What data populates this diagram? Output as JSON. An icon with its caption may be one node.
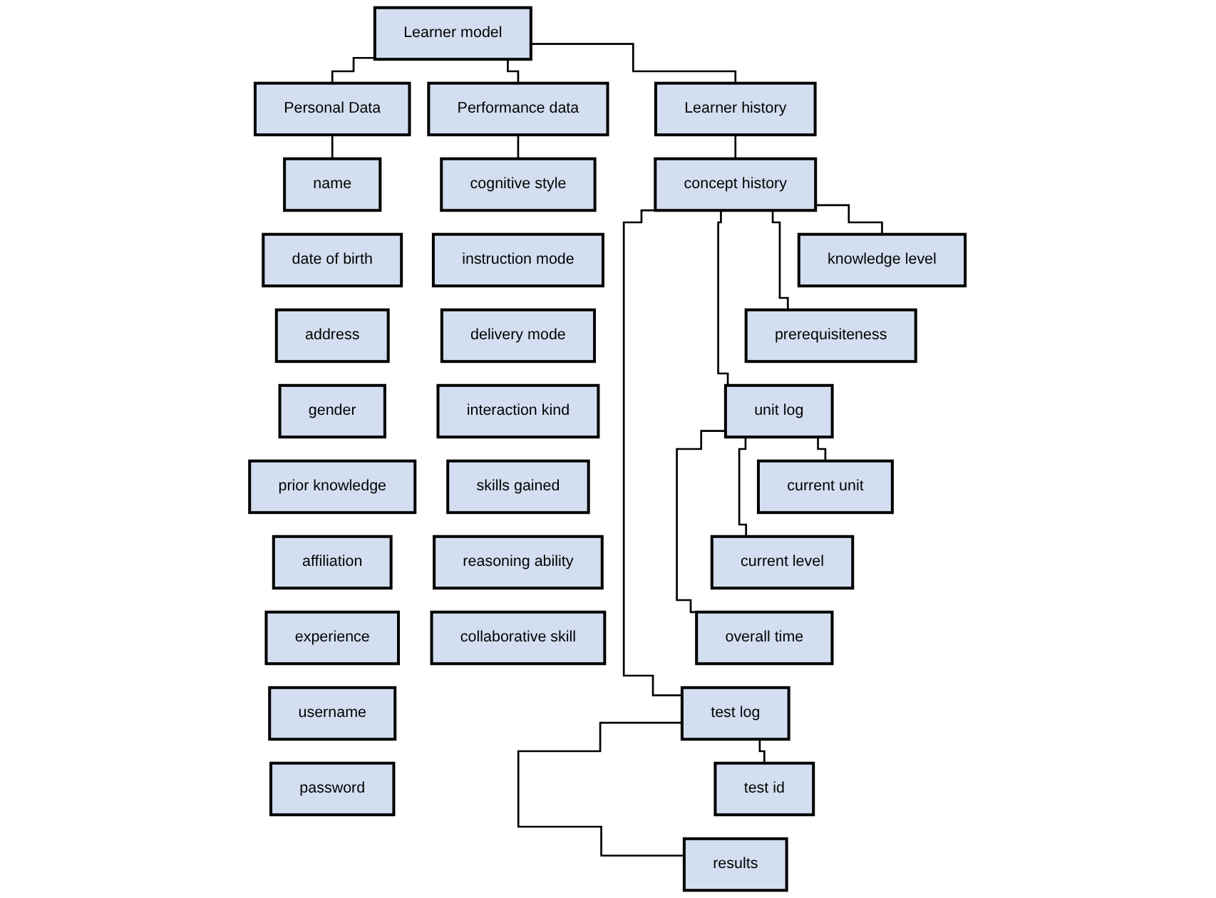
{
  "diagram": {
    "nodes": [
      {
        "text": [
          "Learner model"
        ]
      },
      {
        "text": [
          "Personal Data"
        ]
      },
      {
        "text": [
          "Performance data"
        ]
      },
      {
        "text": [
          "Learner history"
        ]
      },
      {
        "text": [
          "name"
        ]
      },
      {
        "text": [
          "date of birth"
        ]
      },
      {
        "text": [
          "address"
        ]
      },
      {
        "text": [
          "gender"
        ]
      },
      {
        "text": [
          "prior knowledge"
        ]
      },
      {
        "text": [
          "affiliation"
        ]
      },
      {
        "text": [
          "experience"
        ]
      },
      {
        "text": [
          "username"
        ]
      },
      {
        "text": [
          "password"
        ]
      },
      {
        "text": [
          "cognitive style"
        ]
      },
      {
        "text": [
          "instruction mode"
        ]
      },
      {
        "text": [
          "delivery mode"
        ]
      },
      {
        "text": [
          "interaction kind"
        ]
      },
      {
        "text": [
          "skills gained"
        ]
      },
      {
        "text": [
          "reasoning ability"
        ]
      },
      {
        "text": [
          "collaborative skill"
        ]
      },
      {
        "text": [
          "concept history"
        ]
      },
      {
        "text": [
          "knowledge level"
        ]
      },
      {
        "text": [
          "prerequisiteness"
        ]
      },
      {
        "text": [
          "unit log"
        ]
      },
      {
        "text": [
          "current unit"
        ]
      },
      {
        "text": [
          "current level"
        ]
      },
      {
        "text": [
          "overall time"
        ]
      },
      {
        "text": [
          "test log"
        ]
      },
      {
        "text": [
          "test id"
        ]
      },
      {
        "text": [
          "results"
        ]
      }
    ],
    "edges": [
      {
        "from": 0,
        "to": 1,
        "arrow": "none"
      },
      {
        "from": 0,
        "to": 2,
        "arrow": "none"
      },
      {
        "from": 0,
        "to": 3,
        "arrow": "none"
      },
      {
        "from": 1,
        "to": 4,
        "arrow": "none"
      },
      {
        "from": 2,
        "to": 13,
        "arrow": "none"
      },
      {
        "from": 3,
        "to": 20,
        "arrow": "none"
      },
      {
        "from": 20,
        "to": 21,
        "arrow": "none"
      },
      {
        "from": 20,
        "to": 22,
        "arrow": "none"
      },
      {
        "from": 20,
        "to": 23,
        "arrow": "none"
      },
      {
        "from": 20,
        "to": 27,
        "arrow": "none"
      },
      {
        "from": 23,
        "to": 24,
        "arrow": "none"
      },
      {
        "from": 23,
        "to": 25,
        "arrow": "none"
      },
      {
        "from": 23,
        "to": 26,
        "arrow": "none"
      },
      {
        "from": 27,
        "to": 28,
        "arrow": "none"
      },
      {
        "from": 27,
        "to": 29,
        "arrow": "none"
      }
    ]
  }
}
